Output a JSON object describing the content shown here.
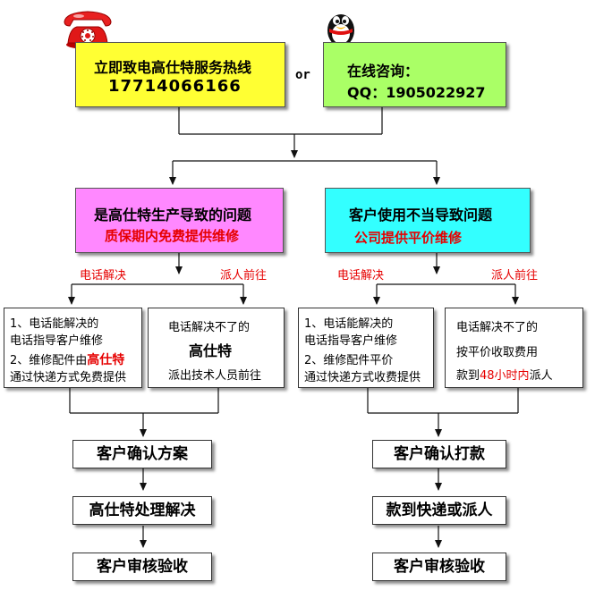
{
  "contact": {
    "phone_title": "立即致电高仕特服务热线",
    "phone_number": "17714066166",
    "or_label": "or",
    "online_title": "在线咨询：",
    "qq": "QQ：1905022927"
  },
  "left_branch": {
    "title": "是高仕特生产导致的问题",
    "subtitle": "质保期内免费提供维修",
    "phone_label": "电话解决",
    "dispatch_label": "派人前往",
    "phone_box": {
      "line1": "1、电话能解决的",
      "line2": "电话指导客户维修",
      "line3_prefix": "2、维修配件由",
      "line3_brand": "高仕特",
      "line4": "通过快递方式免费提供"
    },
    "dispatch_box": {
      "line1": "电话解决不了的",
      "line2": "高仕特",
      "line3": "派出技术人员前往"
    },
    "steps": [
      "客户确认方案",
      "高仕特处理解决",
      "客户审核验收"
    ]
  },
  "right_branch": {
    "title": "客户使用不当导致问题",
    "subtitle": "公司提供平价维修",
    "phone_label": "电话解决",
    "dispatch_label": "派人前往",
    "phone_box": {
      "line1": "1、电话能解决的",
      "line2": "电话指导客户维修",
      "line3": "2、维修配件平价",
      "line4": "通过快递方式收费提供"
    },
    "dispatch_box": {
      "line1": "电话解决不了的",
      "line2": "按平价收取费用",
      "line3_prefix": "款到",
      "line3_highlight": "48小时内",
      "line3_suffix": "派人"
    },
    "steps": [
      "客户确认打款",
      "款到快递或派人",
      "客户审核验收"
    ]
  },
  "colors": {
    "yellow_box": "#ffff33",
    "green_box": "#aaff66",
    "pink_box": "#ff88ff",
    "cyan_box": "#33ffff",
    "highlight_red": "#e60000"
  },
  "icons": [
    "telephone-icon",
    "qq-penguin-icon"
  ]
}
